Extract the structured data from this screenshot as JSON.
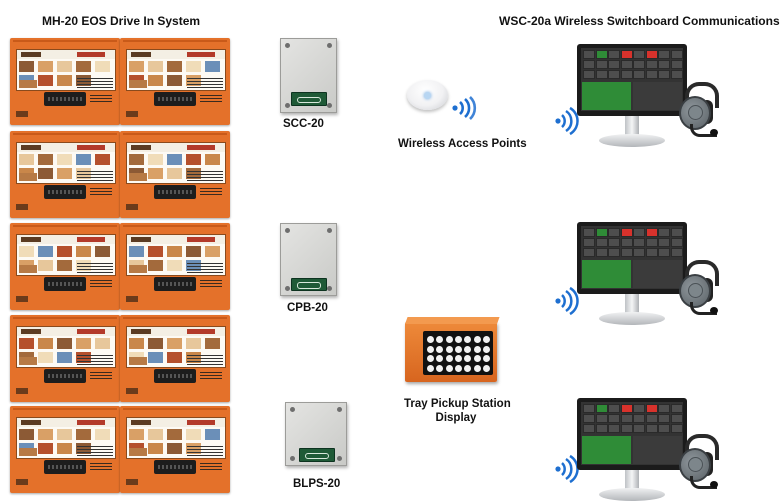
{
  "titles": {
    "left": "MH-20 EOS Drive In System",
    "right": "WSC-20a Wireless Switchboard Communications"
  },
  "labels": {
    "scc": "SCC-20",
    "cpb": "CPB-20",
    "blps": "BLPS-20",
    "wap": "Wireless Access Points",
    "tray_line1": "Tray Pickup Station",
    "tray_line2": "Display"
  },
  "icons": {
    "wifi": "wifi-signal-icon",
    "menu_board": "menu-board-icon",
    "controller": "controller-box-icon",
    "access_point": "access-point-icon",
    "monitor": "touchscreen-monitor-icon",
    "headset": "headset-icon",
    "tray_display": "tray-display-icon"
  },
  "colors": {
    "orange": "#e4712a",
    "wifi_blue": "#1e6fd0",
    "screen_green": "#2f8c37",
    "key_red": "#d8322c",
    "plate_green": "#1f5a37"
  }
}
